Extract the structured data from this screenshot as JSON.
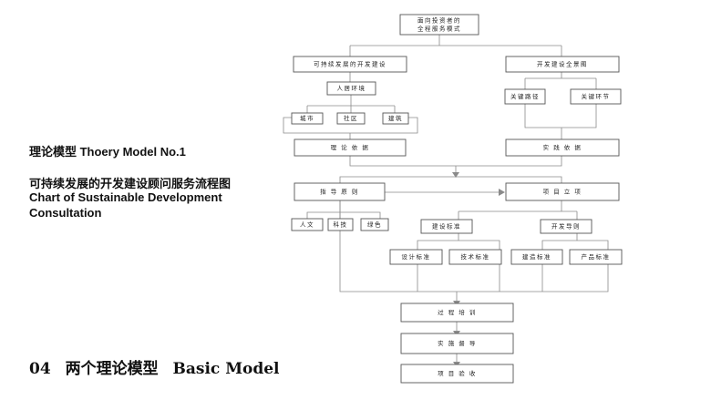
{
  "left_panel": {
    "model_title": "理论模型 Thoery Model No.1",
    "chart_title_cn": "可持续发展的开发建设顾问服务流程图",
    "chart_title_en": "Chart of Sustainable Development Consultation"
  },
  "footer": {
    "section_number": "04",
    "title_cn": "两个理论模型",
    "title_en": "Basic Model"
  },
  "flowchart": {
    "top": {
      "line1": "面向投资者的",
      "line2": "全程服务模式"
    },
    "sustainable": "可持续发展的开发建设",
    "panorama": "开发建设全景图",
    "environment": "人居环境",
    "city": "城市",
    "community": "社区",
    "building": "建筑",
    "key_path": "关键路径",
    "key_link": "关键环节",
    "theory_basis": "理 论 依 据",
    "practice_basis": "实 践 依 据",
    "guiding_principles": "指 导 原 则",
    "project_establishment": "项 目 立 项",
    "humanities": "人文",
    "technology": "科技",
    "green": "绿色",
    "construction_standard": "建设标准",
    "development_guide": "开发导则",
    "design_standard": "设计标准",
    "technical_standard": "技术标准",
    "construction_quality": "建造标准",
    "product_standard": "产品标准",
    "process_training": "过 程 培 训",
    "implementation_supervision": "实 施 督 导",
    "project_acceptance": "项 目 验 收"
  }
}
